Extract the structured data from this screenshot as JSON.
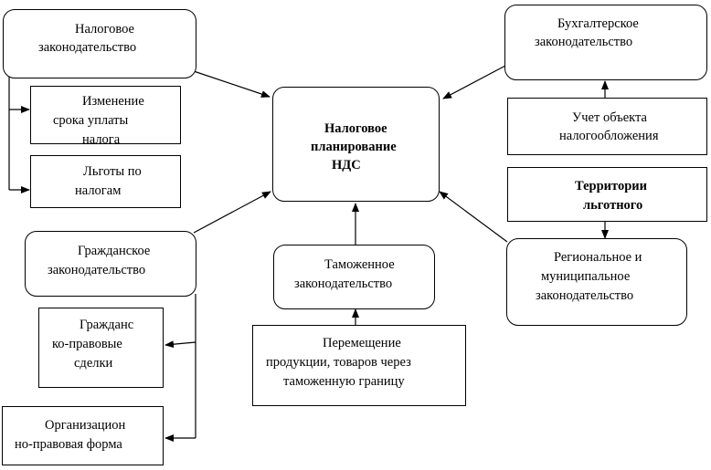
{
  "diagram": {
    "center": {
      "lines": [
        "Налоговое",
        "планирование",
        "НДС"
      ]
    },
    "tax_law": {
      "lines": [
        "Налоговое",
        "законодательство"
      ]
    },
    "payment_term_change": {
      "lines": [
        "Изменение",
        "срока уплаты",
        "налога"
      ]
    },
    "tax_benefits": {
      "lines": [
        "Льготы по",
        "налогам"
      ]
    },
    "accounting_law": {
      "lines": [
        "Бухгалтерское",
        "законодательство"
      ]
    },
    "tax_object_accounting": {
      "lines": [
        "Учет объекта",
        "налогообложения"
      ]
    },
    "preferential_territories": {
      "lines": [
        "Территории",
        "льготного"
      ]
    },
    "regional_law": {
      "lines": [
        "Региональное и",
        "муниципальное",
        "законодательство"
      ]
    },
    "civil_law": {
      "lines": [
        "Гражданское",
        "законодательство"
      ]
    },
    "civil_deals": {
      "lines": [
        "Гражданс",
        "ко-правовые",
        "сделки"
      ]
    },
    "legal_form": {
      "lines": [
        "Организацион",
        "но-правовая форма"
      ]
    },
    "customs_law": {
      "lines": [
        "Таможенное",
        "законодательство"
      ]
    },
    "goods_movement": {
      "lines": [
        "Перемещение",
        "продукции, товаров через",
        "таможенную  границу"
      ]
    }
  }
}
